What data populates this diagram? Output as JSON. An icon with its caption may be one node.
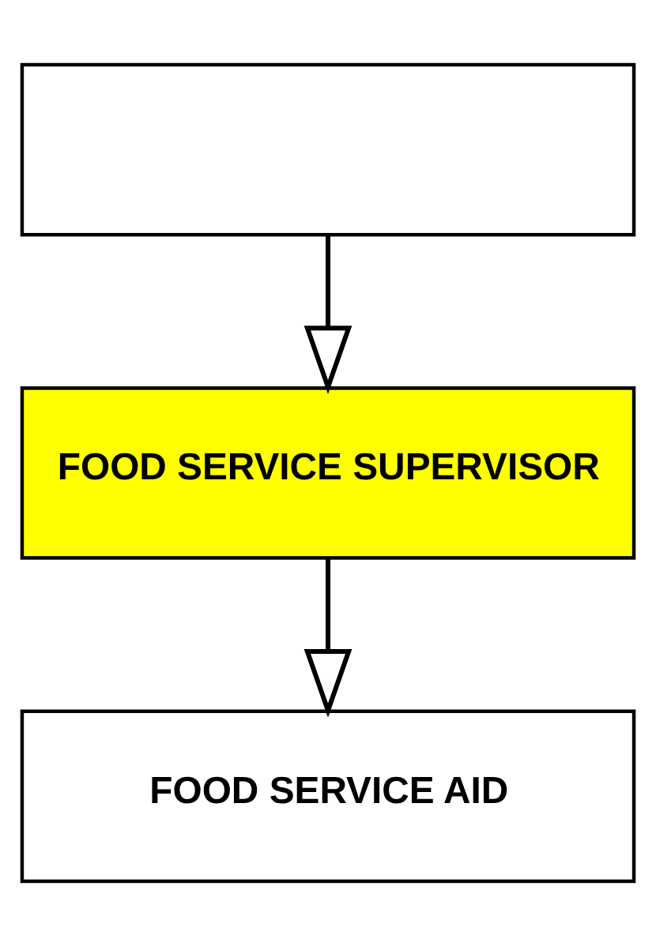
{
  "diagram": {
    "nodes": [
      {
        "text": [],
        "shape": "box"
      },
      {
        "text": [
          "FOOD SERVICE SUPERVISOR"
        ]
      },
      {
        "text": [
          "FOOD SERVICE AID"
        ]
      }
    ],
    "edges": [
      {
        "from": 0,
        "to": 1,
        "arrow": "to"
      },
      {
        "from": 1,
        "to": 2,
        "arrow": "to"
      }
    ]
  }
}
